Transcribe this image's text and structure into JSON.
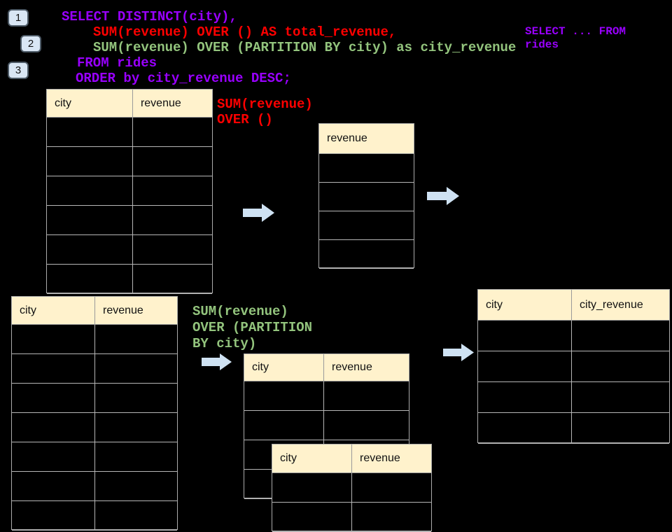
{
  "code_main": {
    "lines": [
      {
        "text": "SELECT DISTINCT(city),",
        "color": "#9900FF"
      },
      {
        "text": "SUM(revenue) OVER () AS total_revenue,",
        "color": "#FF0000"
      },
      {
        "text": "SUM(revenue) OVER (PARTITION BY city) as city_revenue",
        "color": "#93C47D"
      },
      {
        "text": "FROM rides",
        "color": "#9900FF"
      },
      {
        "text": "ORDER by city_revenue DESC;",
        "color": "#9900FF"
      }
    ]
  },
  "code_side": {
    "line1": "SELECT ... FROM",
    "line2": "rides"
  },
  "badges": {
    "step1": "1",
    "step2": "2",
    "step3": "3"
  },
  "annotations": {
    "total_revenue": {
      "line1": "SUM(revenue)",
      "line2": "OVER ()"
    },
    "partition": {
      "line1": "SUM(revenue)",
      "line2": "OVER (PARTITION",
      "line3": "BY city)"
    }
  },
  "tables": {
    "source_top": {
      "columns": [
        "city",
        "revenue"
      ]
    },
    "revenue_only": {
      "columns": [
        "revenue"
      ]
    },
    "source_bottom": {
      "columns": [
        "city",
        "revenue"
      ]
    },
    "partition_mid": {
      "columns": [
        "city",
        "revenue"
      ]
    },
    "partition_overlay": {
      "columns": [
        "city",
        "revenue"
      ]
    },
    "result": {
      "columns": [
        "city",
        "city_revenue"
      ]
    }
  },
  "colors": {
    "background": "#000000",
    "code_purple": "#9900FF",
    "code_red": "#FF0000",
    "code_green": "#93C47D",
    "table_header_bg": "#FFF2CC",
    "table_border": "#ABABAB",
    "arrow_fill": "#CFE2F3",
    "badge_bg": "#D9E6F4"
  }
}
